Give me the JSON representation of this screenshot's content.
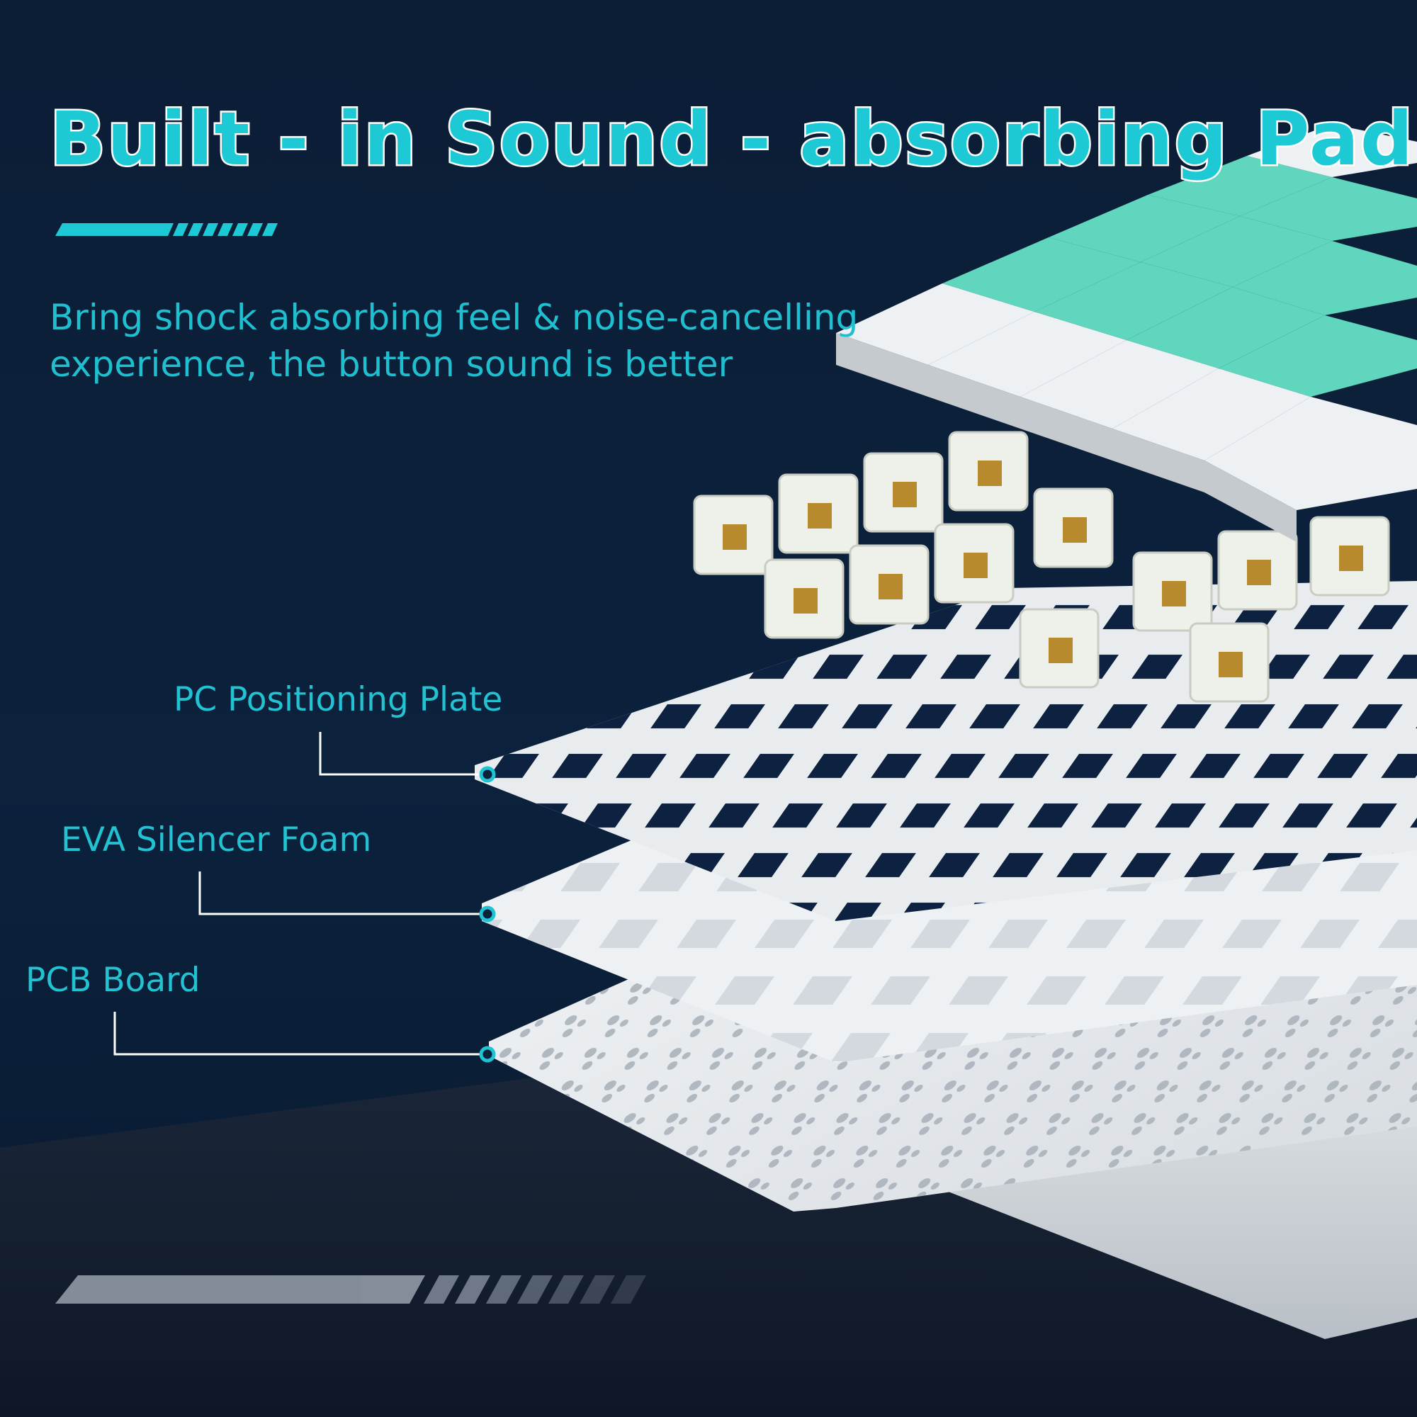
{
  "headline": "Built - in Sound - absorbing Pad",
  "description": {
    "line1": "Bring shock absorbing feel & noise-cancelling",
    "line2": "experience, the button sound is better"
  },
  "layers": [
    {
      "label": "PC Positioning Plate"
    },
    {
      "label": "EVA Silencer Foam"
    },
    {
      "label": "PCB Board"
    }
  ],
  "colors": {
    "background": "#0c1e36",
    "accent": "#1ec9d6",
    "keycap_mint": "#5fd6bd",
    "keycap_white": "#eef1f3",
    "plate": "#e9ecef"
  }
}
